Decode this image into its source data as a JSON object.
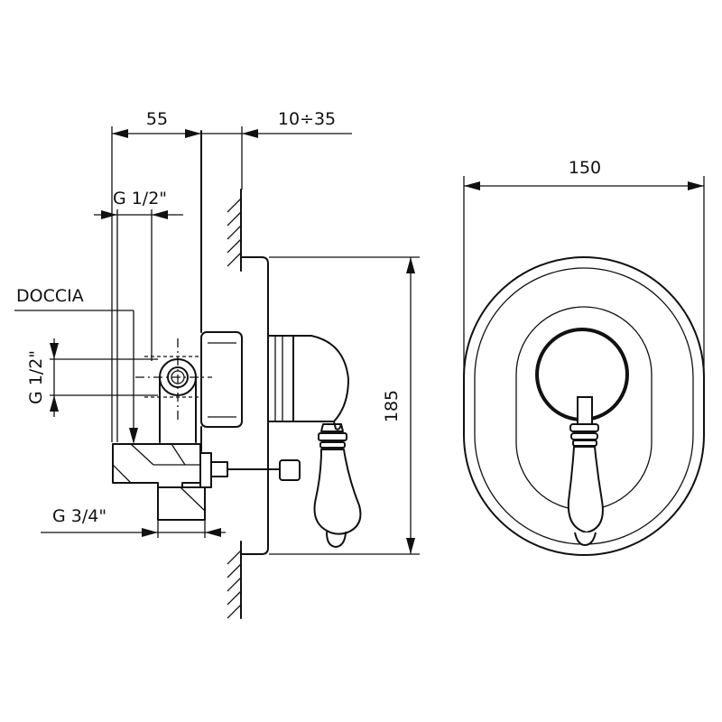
{
  "dimensions": {
    "depth_body": "55",
    "wall_range": "10÷35",
    "cover_width": "150",
    "cover_height": "185"
  },
  "connections": {
    "top_thread": "G 1/2\"",
    "outlet_label": "DOCCIA",
    "side_thread": "G 1/2\"",
    "bottom_thread": "G 3/4\""
  }
}
